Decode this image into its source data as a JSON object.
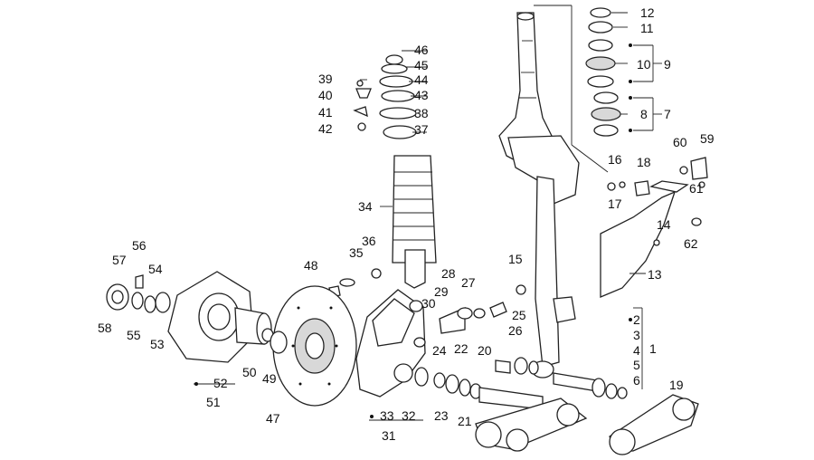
{
  "labels": {
    "l1": "1",
    "l2": "2",
    "l3": "3",
    "l4": "4",
    "l5": "5",
    "l6": "6",
    "l7": "7",
    "l8": "8",
    "l9": "9",
    "l10": "10",
    "l11": "11",
    "l12": "12",
    "l13": "13",
    "l14": "14",
    "l15": "15",
    "l16": "16",
    "l17": "17",
    "l18": "18",
    "l19": "19",
    "l20": "20",
    "l21": "21",
    "l22": "22",
    "l23": "23",
    "l24": "24",
    "l25": "25",
    "l26": "26",
    "l27": "27",
    "l28": "28",
    "l29": "29",
    "l30": "30",
    "l31": "31",
    "l32": "32",
    "l33": "33",
    "l34": "34",
    "l35": "35",
    "l36": "36",
    "l37": "37",
    "l38": "38",
    "l39": "39",
    "l40": "40",
    "l41": "41",
    "l42": "42",
    "l43": "43",
    "l44": "44",
    "l45": "45",
    "l46": "46",
    "l47": "47",
    "l48": "48",
    "l49": "49",
    "l50": "50",
    "l51": "51",
    "l52": "52",
    "l53": "53",
    "l54": "54",
    "l55": "55",
    "l56": "56",
    "l57": "57",
    "l58": "58",
    "l59": "59",
    "l60": "60",
    "l61": "61",
    "l62": "62"
  }
}
